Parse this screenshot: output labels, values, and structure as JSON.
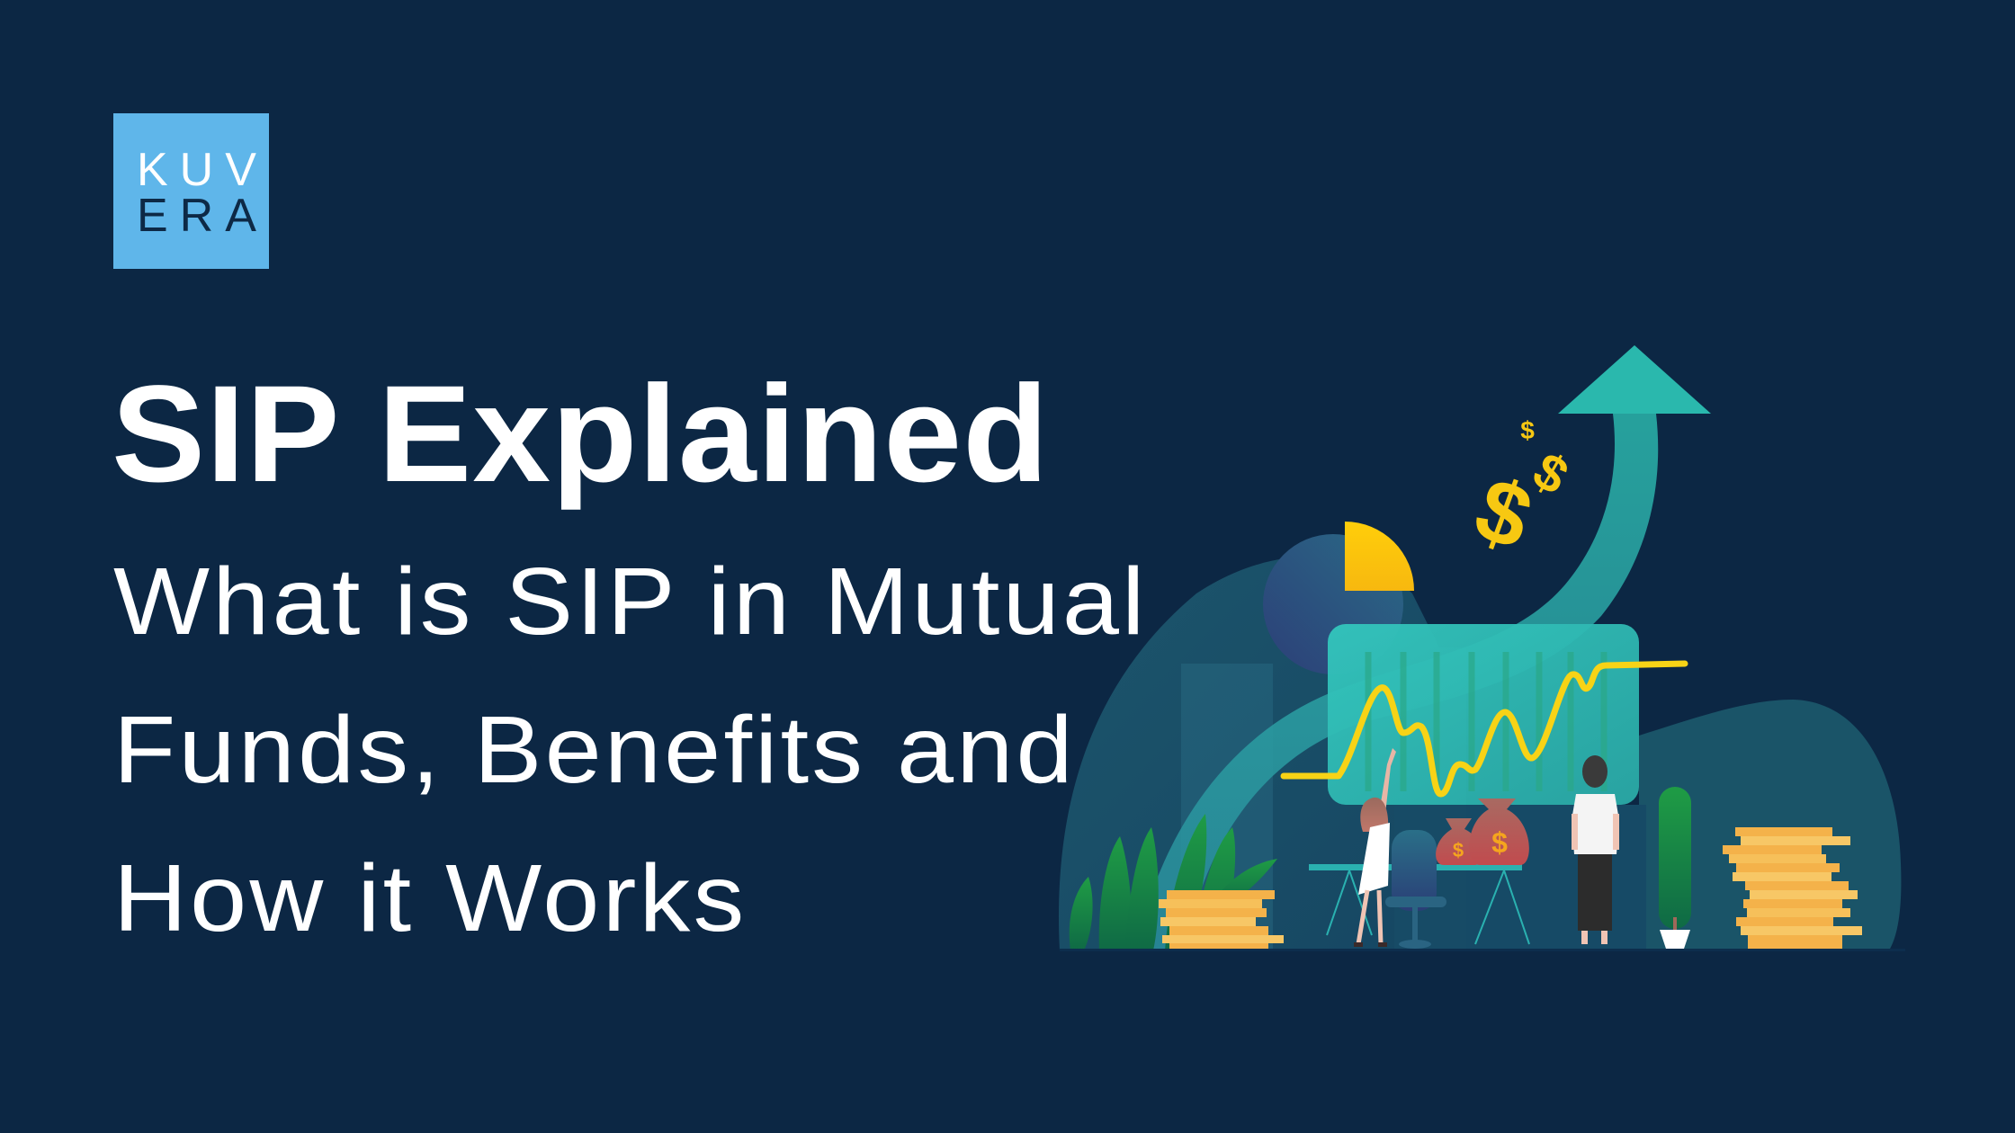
{
  "brand": {
    "logo_top": "KUV",
    "logo_bottom": "ERA",
    "logo_bg": "#5fb6ea",
    "logo_top_color": "#ffffff",
    "logo_bottom_color": "#0d2946"
  },
  "headline": {
    "title": "SIP Explained",
    "subtitle_lines": [
      "What is SIP in Mutual",
      "Funds, Benefits and",
      "How it Works"
    ]
  },
  "illustration": {
    "description": "Growth chart with upward arrow, pie chart, money bags, coins and two people",
    "dollar_glyph": "$",
    "bag_glyph": "$",
    "colors": {
      "background": "#0c2744",
      "teal": "#2ab3ab",
      "yellow": "#f7c812",
      "coin": "#f5b547",
      "bag": "#b85a55",
      "plant": "#1e9a4a"
    }
  }
}
